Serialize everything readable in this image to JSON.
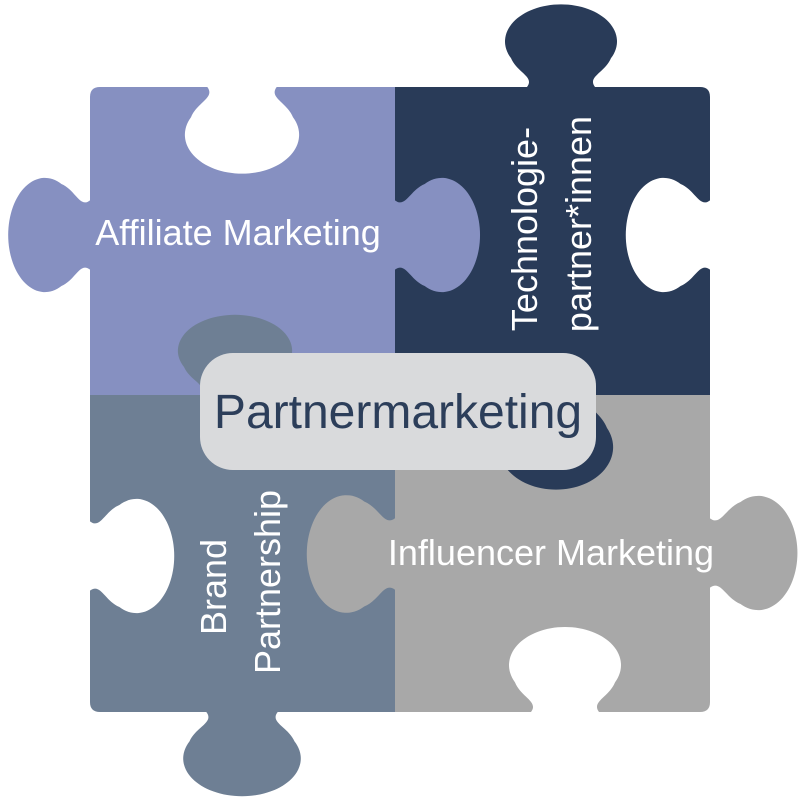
{
  "diagram": {
    "type": "puzzle-diagram",
    "background_color": "#ffffff",
    "center_label": {
      "text": "Partnermarketing",
      "bg_color": "#d9dadc",
      "text_color": "#2c3e5a"
    },
    "pieces": [
      {
        "name": "affiliate-marketing",
        "label": "Affiliate Marketing",
        "color": "#8690c1",
        "text_color": "#ffffff",
        "position": "top-left",
        "text_orientation": "horizontal"
      },
      {
        "name": "technologie-partnerinnen",
        "label_line1": "Technologie-",
        "label_line2": "partner*innen",
        "color": "#293b58",
        "text_color": "#ffffff",
        "position": "top-right",
        "text_orientation": "vertical"
      },
      {
        "name": "brand-partnership",
        "label_line1": "Brand",
        "label_line2": "Partnership",
        "color": "#6e7f94",
        "text_color": "#ffffff",
        "position": "bottom-left",
        "text_orientation": "vertical"
      },
      {
        "name": "influencer-marketing",
        "label": "Influencer Marketing",
        "color": "#a8a8a8",
        "text_color": "#ffffff",
        "position": "bottom-right",
        "text_orientation": "horizontal"
      }
    ]
  }
}
